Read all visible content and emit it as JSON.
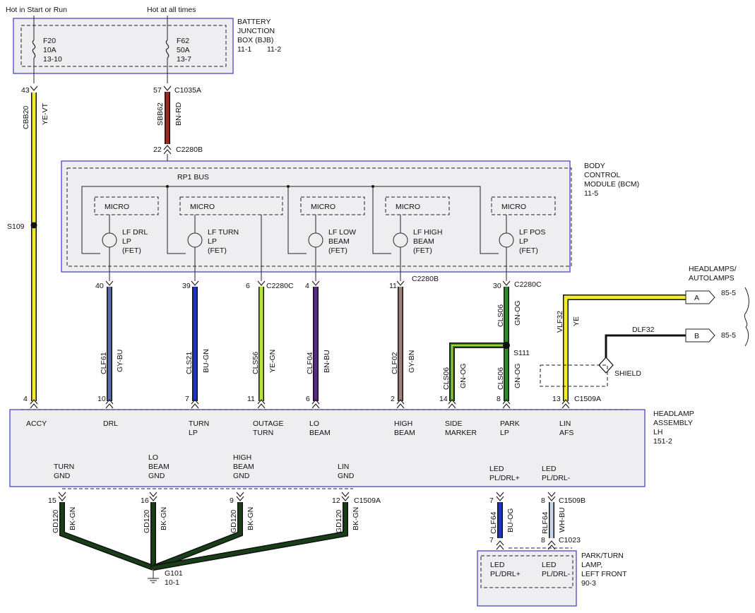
{
  "top_labels": {
    "left": "Hot in Start or Run",
    "right": "Hot at all times"
  },
  "bjb": {
    "title": [
      "BATTERY",
      "JUNCTION",
      "BOX (BJB)"
    ],
    "page_a": "11-1",
    "page_b": "11-2",
    "fuse1": [
      "F20",
      "10A",
      "13-10"
    ],
    "fuse2": [
      "F62",
      "50A",
      "13-7"
    ]
  },
  "upper_wires": {
    "w43": {
      "pin": "43",
      "circuit": "CBB20",
      "color": "YE-VT"
    },
    "w57": {
      "pin": "57",
      "connector": "C1035A",
      "circuit": "SBB62",
      "color": "BN-RD"
    },
    "pin22": "22",
    "c2280b": "C2280B",
    "s109": "S109"
  },
  "bcm": {
    "title": [
      "BODY",
      "CONTROL",
      "MODULE (BCM)",
      "11-5"
    ],
    "bus": "RP1 BUS",
    "micro": [
      "MICRO",
      "MICRO",
      "MICRO",
      "MICRO",
      "MICRO"
    ],
    "fet1": [
      "LF DRL",
      "LP",
      "(FET)"
    ],
    "fet2": [
      "LF TURN",
      "LP",
      "(FET)"
    ],
    "fet3": [
      "LF LOW",
      "BEAM",
      "(FET)"
    ],
    "fet4": [
      "LF HIGH",
      "BEAM",
      "(FET)"
    ],
    "fet5": [
      "LF POS",
      "LP",
      "(FET)"
    ]
  },
  "bcm_pins": {
    "p40": "40",
    "p39": "39",
    "p6": "6",
    "c6": "C2280C",
    "p4": "4",
    "p11": "11",
    "c11": "C2280B",
    "p30": "30",
    "c30": "C2280C"
  },
  "mid_wires": {
    "accy": {
      "circuit": "CBB20",
      "color": "YE-VT"
    },
    "drl": {
      "circuit": "CLF61",
      "color": "GY-BU"
    },
    "turn": {
      "circuit": "CLS21",
      "color": "BU-GN"
    },
    "outage": {
      "circuit": "CLS56",
      "color": "YE-GN"
    },
    "lo": {
      "circuit": "CLF04",
      "color": "BN-BU"
    },
    "high": {
      "circuit": "CLF02",
      "color": "GY-BN"
    },
    "side": {
      "circuit": "CLS06",
      "color": "GN-OG"
    },
    "park_upper": {
      "circuit": "CLS06",
      "color": "GN-OG"
    },
    "park_lower": {
      "circuit": "CLS06",
      "color": "GN-OG"
    },
    "s111": "S111",
    "vlf32": {
      "circuit": "VLF32",
      "color": "YE"
    },
    "dlf32": "DLF32",
    "shield": "SHIELD"
  },
  "headlamps_ref": {
    "title": [
      "HEADLAMPS/",
      "AUTOLAMPS"
    ],
    "a": "A",
    "b": "B",
    "page_a": "85-5",
    "page_b": "85-5"
  },
  "lh_pins": {
    "p4": "4",
    "p10": "10",
    "p7": "7",
    "p11": "11",
    "p6": "6",
    "p2": "2",
    "p14": "14",
    "p8": "8",
    "p13": "13",
    "conn": "C1509A"
  },
  "lh": {
    "title": [
      "HEADLAMP",
      "ASSEMBLY",
      "LH",
      "151-2"
    ],
    "accy": "ACCY",
    "drl": "DRL",
    "turn": [
      "TURN",
      "LP"
    ],
    "outage": [
      "OUTAGE",
      "TURN"
    ],
    "lo": [
      "LO",
      "BEAM"
    ],
    "high": [
      "HIGH",
      "BEAM"
    ],
    "side": [
      "SIDE",
      "MARKER"
    ],
    "park": [
      "PARK",
      "LP"
    ],
    "lin_afs": [
      "LIN",
      "AFS"
    ],
    "turn_gnd": [
      "TURN",
      "GND"
    ],
    "lo_beam_gnd": [
      "LO",
      "BEAM",
      "GND"
    ],
    "high_beam_gnd": [
      "HIGH",
      "BEAM",
      "GND"
    ],
    "lin_gnd": [
      "LIN",
      "GND"
    ],
    "led_p": [
      "LED",
      "PL/DRL+"
    ],
    "led_m": [
      "LED",
      "PL/DRL-"
    ]
  },
  "lower": {
    "p15": "15",
    "p16": "16",
    "p9": "9",
    "p12": "12",
    "conn_a": "C1509A",
    "gd": {
      "circuit": "GD120",
      "color": "BK-GN"
    },
    "g101": [
      "G101",
      "10-1"
    ],
    "p7a": "7",
    "p8a": "8",
    "conn_b": "C1509B",
    "clf64": {
      "circuit": "CLF64",
      "color": "BU-OG"
    },
    "rlf64": {
      "circuit": "RLF64",
      "color": "WH-BU"
    },
    "p7b": "7",
    "p8b": "8",
    "conn_c": "C1023"
  },
  "park_lamp": {
    "title": [
      "PARK/TURN",
      "LAMP,",
      "LEFT FRONT",
      "90-3"
    ],
    "led_p": [
      "LED",
      "PL/DRL+"
    ],
    "led_m": [
      "LED",
      "PL/DRL-"
    ]
  },
  "colors": {
    "yellow": "#f2ec2a",
    "red": "#9e2a22",
    "gray_blue": "#5c6aa8",
    "blue": "#1c33c8",
    "yellow_green": "#b9e23a",
    "purple": "#5a2a8a",
    "gray_brown": "#a0807a",
    "green": "#2f8a2a",
    "dark_green": "#173e17",
    "white_blue": "#c8d4ee",
    "box_border": "#3a3ac8"
  }
}
